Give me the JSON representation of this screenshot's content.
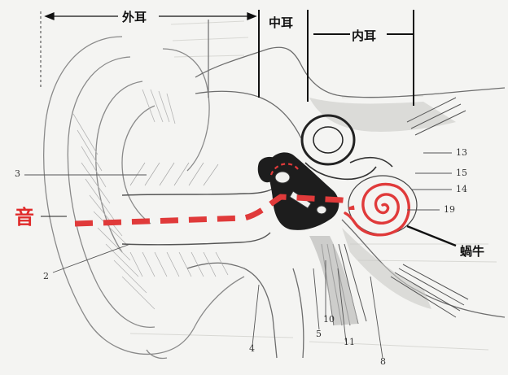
{
  "labels": {
    "outer_ear": "外耳",
    "middle_ear": "中耳",
    "inner_ear": "内耳",
    "sound": "音",
    "cochlea": "蝸牛"
  },
  "numbers": {
    "n3": "3",
    "n2": "2",
    "n13": "13",
    "n15": "15",
    "n14": "14",
    "n19": "19",
    "n10": "10",
    "n5": "5",
    "n11": "11",
    "n4": "4",
    "n8": "8"
  },
  "colors": {
    "sound_path": "#e03a3a",
    "line": "#222222",
    "sketch": "#9a9a9a",
    "shade": "#bdbdbd",
    "dark": "#1a1a1a"
  }
}
